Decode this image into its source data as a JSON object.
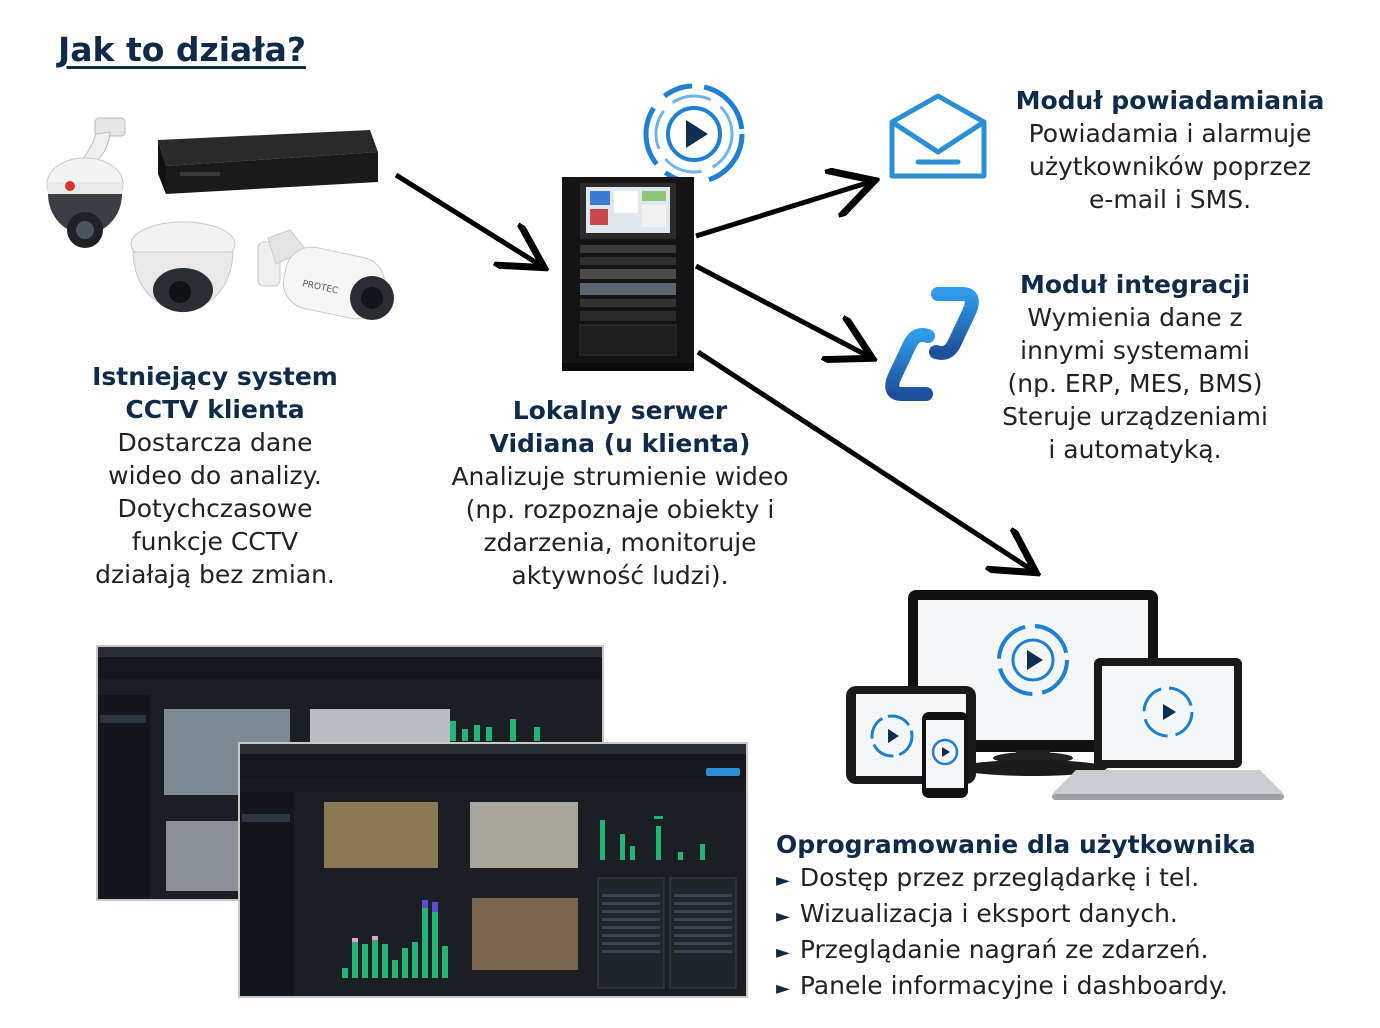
{
  "title": "Jak to działa?",
  "cctv": {
    "heading_lines": [
      "Istniejący system",
      "CCTV klienta"
    ],
    "text_lines": [
      "Dostarcza dane",
      "wideo do analizy.",
      "Dotychczasowe",
      "funkcje CCTV",
      "działają bez zmian."
    ]
  },
  "server": {
    "heading_lines": [
      "Lokalny serwer",
      "Vidiana (u klienta)"
    ],
    "text_lines": [
      "Analizuje strumienie wideo",
      "(np. rozpoznaje obiekty i",
      "zdarzenia, monitoruje",
      "aktywność ludzi)."
    ]
  },
  "notification": {
    "heading": "Moduł powiadamiania",
    "text_lines": [
      "Powiadamia i alarmuje",
      "użytkowników poprzez",
      "e-mail i SMS."
    ],
    "icon": "envelope-icon"
  },
  "integration": {
    "heading": "Moduł integracji",
    "text_lines": [
      "Wymienia dane z",
      "innymi systemami",
      "(np. ERP, MES, BMS)",
      "Steruje urządzeniami",
      "i automatyką."
    ],
    "icon": "link-icon"
  },
  "user_software": {
    "heading": "Oprogramowanie dla użytkownika",
    "bullet_marker": "►",
    "bullets": [
      "Dostęp przez przeglądarkę i tel.",
      "Wizualizacja i eksport danych.",
      "Przeglądanie nagrań ze zdarzeń.",
      "Panele informacyjne i dashboardy."
    ]
  },
  "colors": {
    "heading": "#102a4a",
    "text": "#222222",
    "icon_blue": "#2b8fd6",
    "dashboard_bg": "#1b1f24",
    "bar_green": "#22b573",
    "bar_purple": "#5b4bd6"
  }
}
